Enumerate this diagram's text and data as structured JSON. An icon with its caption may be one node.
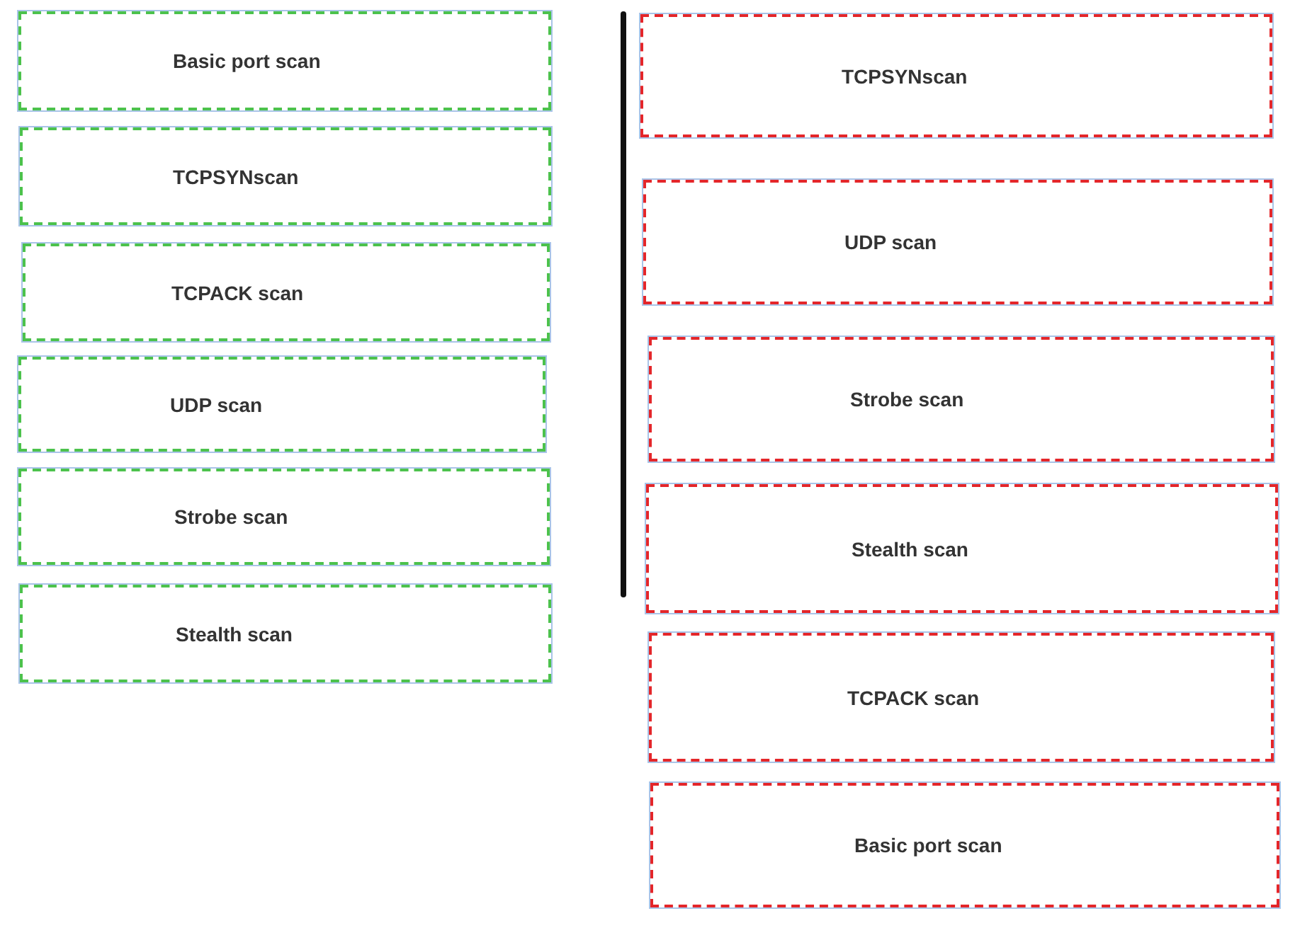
{
  "diagram": {
    "nodes": [
      {
        "text": [
          "Basic port scan"
        ]
      },
      {
        "text": [
          "TCPSYNscan"
        ]
      },
      {
        "text": [
          "TCPACK scan"
        ]
      },
      {
        "text": [
          "UDP scan"
        ]
      },
      {
        "text": [
          "Strobe scan"
        ]
      },
      {
        "text": [
          "Stealth scan"
        ]
      },
      {
        "text": [
          "TCPSYNscan"
        ]
      },
      {
        "text": [
          "UDP scan"
        ]
      },
      {
        "text": [
          "Strobe scan"
        ]
      },
      {
        "text": [
          "Stealth scan"
        ]
      },
      {
        "text": [
          "TCPACK scan"
        ]
      },
      {
        "text": [
          "Basic port scan"
        ]
      }
    ]
  }
}
